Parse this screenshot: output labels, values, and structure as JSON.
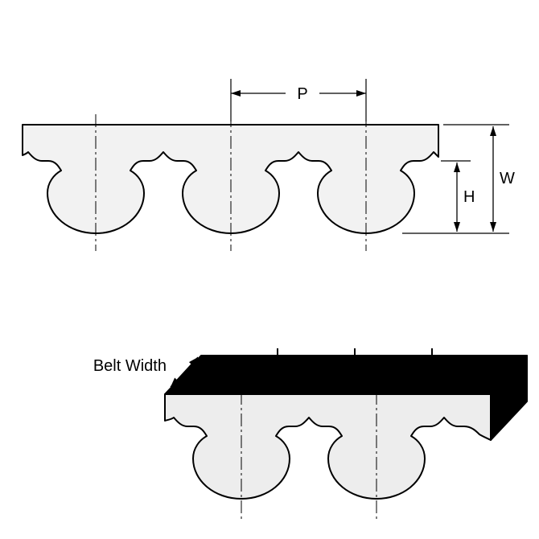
{
  "labels": {
    "pitch": "P",
    "width": "W",
    "tooth_height": "H",
    "belt_width": "Belt Width"
  },
  "colors": {
    "line": "#000000",
    "belt-fill": "#f2f2f2",
    "front-fill": "#ededed",
    "solid-fill": "#000000",
    "background": "#ffffff"
  }
}
